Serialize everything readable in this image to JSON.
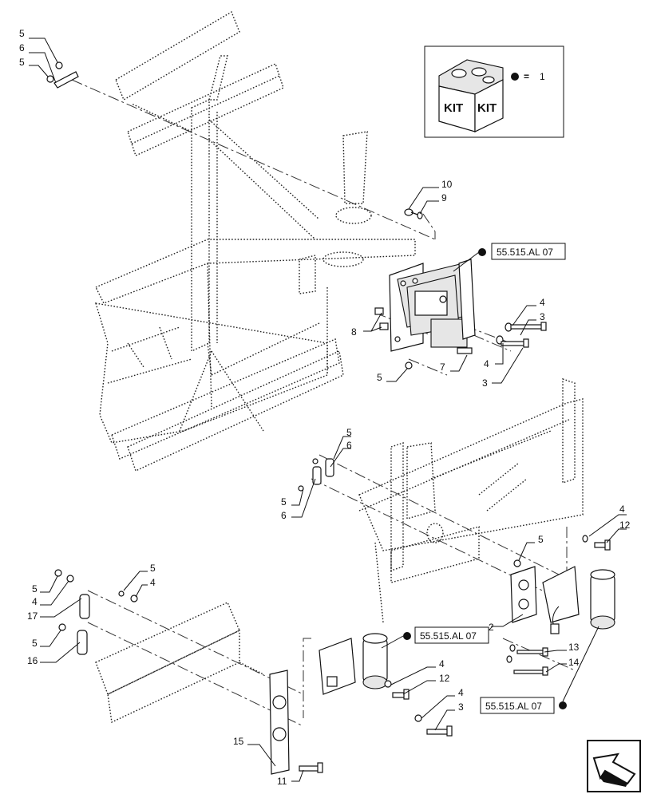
{
  "kit": {
    "box_label_left": "KIT",
    "box_label_right": "KIT",
    "legend_equals": "=",
    "legend_value": "1"
  },
  "references": {
    "valve": "55.515.AL 07",
    "actuator_left": "55.515.AL 07",
    "actuator_right": "55.515.AL 07"
  },
  "callouts": {
    "c1": "5",
    "c2": "6",
    "c3": "5",
    "c4": "10",
    "c5": "9",
    "c6": "8",
    "c7": "5",
    "c8": "7",
    "c9": "4",
    "c10": "3",
    "c11": "4",
    "c12": "3",
    "c13": "5",
    "c14": "6",
    "c15": "5",
    "c16": "6",
    "c17": "4",
    "c18": "12",
    "c19": "5",
    "c20": "5",
    "c21": "4",
    "c22": "17",
    "c23": "5",
    "c24": "4",
    "c25": "5",
    "c26": "16",
    "c27": "2",
    "c28": "13",
    "c29": "14",
    "c30": "4",
    "c31": "12",
    "c32": "4",
    "c33": "3",
    "c34": "15",
    "c35": "11"
  },
  "colors": {
    "line": "#111111",
    "background": "#ffffff"
  },
  "icons": {
    "navigation": "next-page-arrow-icon",
    "kit": "kit-box-icon"
  }
}
